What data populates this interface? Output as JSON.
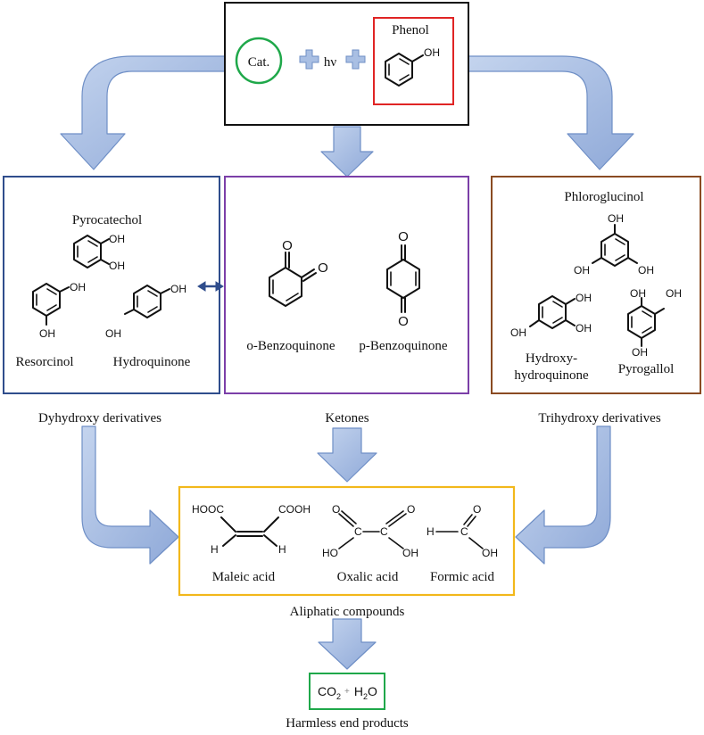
{
  "top": {
    "catalyst_label": "Cat.",
    "light_label": "hν",
    "reactant_label": "Phenol",
    "oh": "OH"
  },
  "dihydroxy": {
    "title": "Dyhydroxy derivatives",
    "compounds": [
      "Pyrocatechol",
      "Resorcinol",
      "Hydroquinone"
    ],
    "oh": "OH"
  },
  "ketones": {
    "title": "Ketones",
    "compounds": [
      "o-Benzoquinone",
      "p-Benzoquinone"
    ],
    "o": "O"
  },
  "trihydroxy": {
    "title": "Trihydroxy derivatives",
    "compounds": [
      "Phloroglucinol",
      "Hydroxy-",
      "hydroquinone",
      "Pyrogallol"
    ],
    "oh": "OH"
  },
  "aliphatic": {
    "title": "Aliphatic compounds",
    "compounds": [
      "Maleic acid",
      "Oxalic acid",
      "Formic acid"
    ],
    "groups": {
      "hooc": "HOOC",
      "cooh": "COOH",
      "h": "H",
      "c": "C",
      "o": "O",
      "ho": "HO",
      "oh": "OH"
    }
  },
  "end": {
    "title": "Harmless end products",
    "formula_co2": "CO",
    "sub2": "2",
    "plus": "+",
    "formula_h": "H",
    "formula_o": "O"
  },
  "colors": {
    "arrow_fill": "#a9bfe3",
    "arrow_stroke": "#6f8fc6",
    "catalyst": "#1fa84a",
    "phenol_box": "#e02424",
    "dihydroxy_box": "#2f4d8c",
    "ketones_box": "#7b3fa8",
    "trihydroxy_box": "#8a4b22",
    "aliphatic_box": "#f2b81b",
    "end_box": "#1fa84a",
    "double_arrow": "#2f4d8c"
  }
}
